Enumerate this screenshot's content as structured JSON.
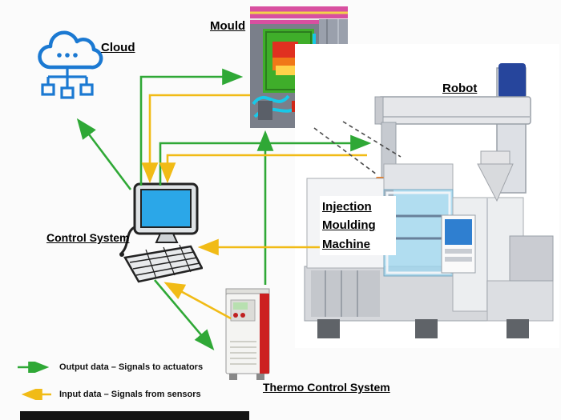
{
  "diagram": {
    "labels": {
      "cloud": "Cloud",
      "mould": "Mould",
      "robot": "Robot",
      "control_system": "Control System",
      "injection_machine": "Injection\nMoulding\nMachine",
      "thermo": "Thermo Control System"
    },
    "legend": {
      "output_label": "Output data – Signals to actuators",
      "input_label": "Input data – Signals from sensors"
    },
    "colors": {
      "output_green": "#2fa836",
      "input_yellow": "#f1bb16",
      "cloud_blue": "#1b79d2",
      "screen_blue": "#2ba7e8",
      "thermo_red": "#cc2020",
      "robot_blue": "#26459c"
    },
    "icons": {
      "cloud": "cloud-network-icon",
      "control_system": "desktop-computer-icon",
      "mould": "mould-photo",
      "machine": "injection-moulding-machine-photo",
      "thermo": "thermo-control-unit-photo",
      "output_arrow": "green-right-arrow-icon",
      "input_arrow": "yellow-left-arrow-icon"
    }
  }
}
